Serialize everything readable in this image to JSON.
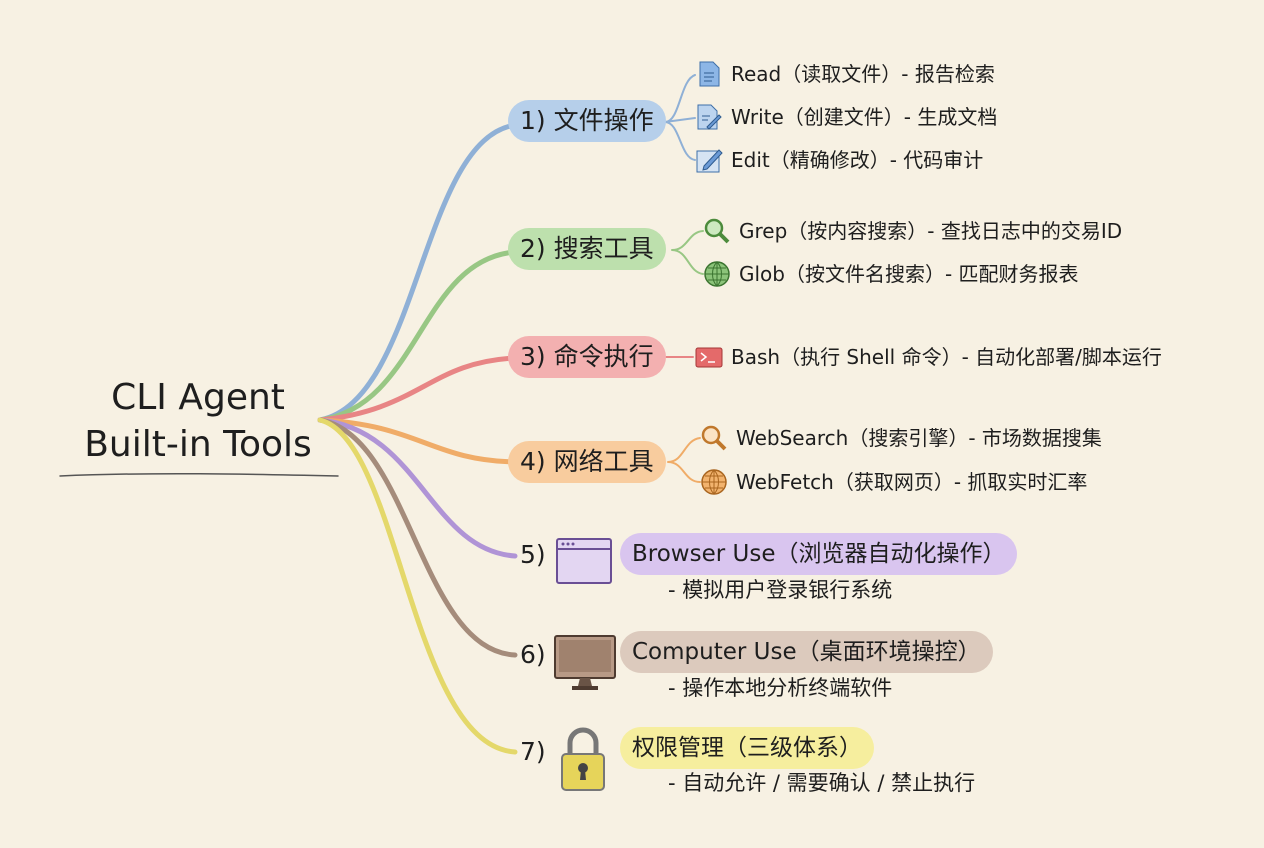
{
  "title": {
    "line1": "CLI Agent",
    "line2": "Built-in Tools"
  },
  "colors": {
    "blue": "#9cbde0",
    "green": "#a8d394",
    "red": "#ef9a9a",
    "orange": "#f5be86",
    "purple": "#c7aee6",
    "brown": "#c9b2a2",
    "yellow": "#f2e98a"
  },
  "branches": [
    {
      "label": "1) 文件操作",
      "children": [
        {
          "icon": "document-icon",
          "text": "Read（读取文件）- 报告检索"
        },
        {
          "icon": "document-edit-icon",
          "text": "Write（创建文件）- 生成文档"
        },
        {
          "icon": "pencil-icon",
          "text": "Edit（精确修改）- 代码审计"
        }
      ]
    },
    {
      "label": "2) 搜索工具",
      "children": [
        {
          "icon": "magnifier-icon",
          "text": "Grep（按内容搜索）- 查找日志中的交易ID"
        },
        {
          "icon": "globe-icon",
          "text": "Glob（按文件名搜索）- 匹配财务报表"
        }
      ]
    },
    {
      "label": "3) 命令执行",
      "children": [
        {
          "icon": "terminal-icon",
          "text": "Bash（执行 Shell 命令）- 自动化部署/脚本运行"
        }
      ]
    },
    {
      "label": "4) 网络工具",
      "children": [
        {
          "icon": "magnifier-icon",
          "text": "WebSearch（搜索引擎）- 市场数据搜集"
        },
        {
          "icon": "globe-icon",
          "text": "WebFetch（获取网页）- 抓取实时汇率"
        }
      ]
    },
    {
      "num": "5)",
      "icon": "browser-window-icon",
      "label": "Browser Use（浏览器自动化操作）",
      "sub": "- 模拟用户登录银行系统"
    },
    {
      "num": "6)",
      "icon": "monitor-icon",
      "label": "Computer Use（桌面环境操控）",
      "sub": "- 操作本地分析终端软件"
    },
    {
      "num": "7)",
      "icon": "padlock-icon",
      "label": "权限管理（三级体系）",
      "sub": "- 自动允许 / 需要确认 / 禁止执行"
    }
  ]
}
